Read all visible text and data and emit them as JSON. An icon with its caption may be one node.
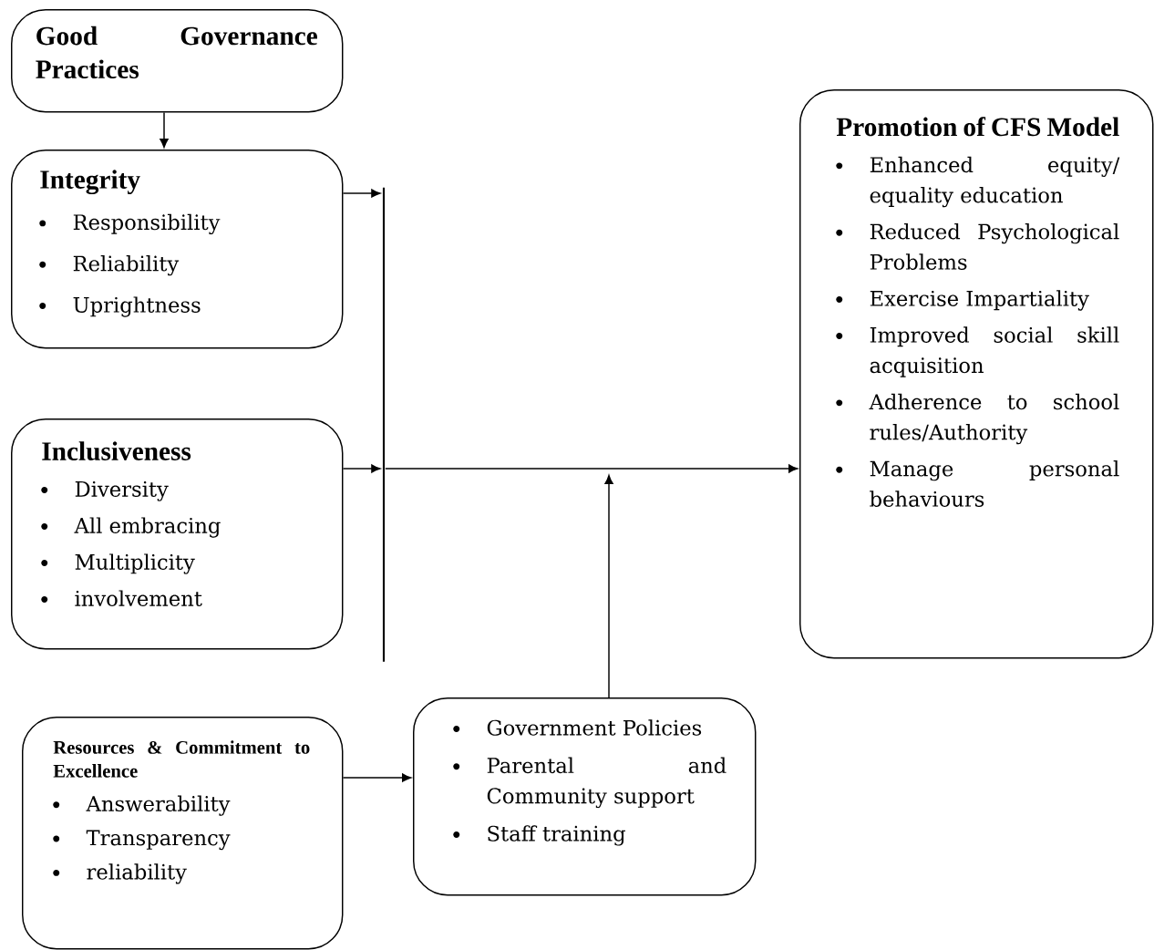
{
  "diagram": {
    "nodes": [
      {
        "text": [
          "Good Governance Practices"
        ]
      },
      {
        "text": [
          "Integrity",
          "Responsibility",
          "Reliability",
          "Uprightness"
        ]
      },
      {
        "text": [
          "Inclusiveness",
          "Diversity",
          "All embracing",
          "Multiplicity",
          "involvement"
        ]
      },
      {
        "text": [
          "Resources & Commitment to Excellence",
          "Answerability",
          "Transparency",
          "reliability"
        ]
      },
      {
        "text": [],
        "shape": "bar"
      },
      {
        "text": [
          "Government Policies",
          "Parental and Community support",
          "Staff training"
        ]
      },
      {
        "text": [
          "Promotion of CFS Model",
          "Enhanced equity/ equality education",
          "Reduced Psychological Problems",
          "Exercise Impartiality",
          "Improved social skill acquisition",
          "Adherence to school rules/Authority",
          "Manage personal behaviours"
        ]
      }
    ],
    "edges": [
      {
        "from": 0,
        "to": 1,
        "arrow": "to"
      },
      {
        "from": 1,
        "to": 4,
        "arrow": "to"
      },
      {
        "from": 2,
        "to": 4,
        "arrow": "to"
      },
      {
        "from": 3,
        "to": 5,
        "arrow": "to"
      },
      {
        "from": 4,
        "to": 6,
        "arrow": "to"
      },
      {
        "from": 5,
        "to": null,
        "arrow": "to"
      }
    ]
  }
}
